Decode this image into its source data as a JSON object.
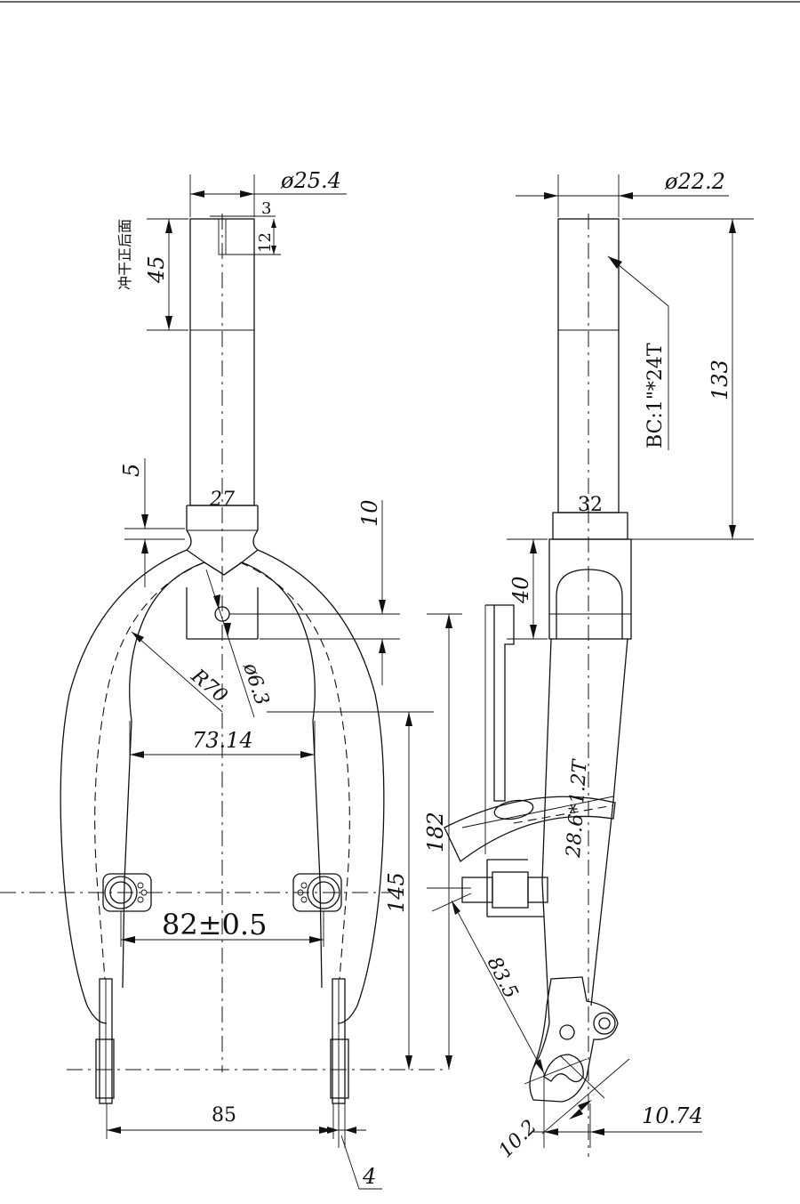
{
  "dimensions": {
    "steerer_diameter_front": "ø25.4",
    "slot_width": "3",
    "slot_depth": "12",
    "threaded_length": "45",
    "punch_note": "冲干正后面",
    "crown_offset": "5",
    "crown_width_front": "27",
    "hole_offset": "10",
    "crown_radius": "R70",
    "hole_diameter": "ø6.3",
    "inner_width": "73.14",
    "boss_spacing": "82±0.5",
    "dropout_spacing": "85",
    "dropout_thickness": "4",
    "brake_height": "145",
    "fork_length": "182",
    "steerer_diameter_side": "ø22.2",
    "thread_spec": "BC:1\"*24T",
    "steerer_length": "133",
    "crown_width_side": "32",
    "crown_height": "40",
    "blade_tube": "28.6*1.2T",
    "axle_distance": "83.5",
    "dropout_offset_1": "10.2",
    "dropout_offset_2": "10.74"
  }
}
